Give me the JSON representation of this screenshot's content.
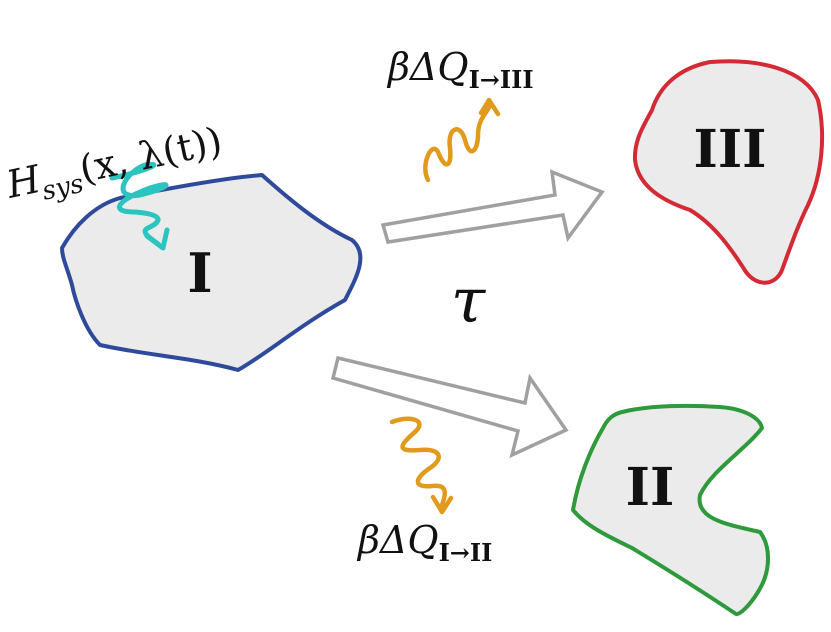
{
  "regions": {
    "one": {
      "label": "I",
      "stroke": "#2f4a9a",
      "fill": "#ebebeb"
    },
    "two": {
      "label": "II",
      "stroke": "#2e9a3c",
      "fill": "#ebebeb"
    },
    "three": {
      "label": "III",
      "stroke": "#d42a35",
      "fill": "#ebebeb"
    }
  },
  "hamiltonian": {
    "H": "H",
    "sub": "sys",
    "args": "(x, λ(t))",
    "color": "#2bc4c0"
  },
  "tau": "τ",
  "heat_top": {
    "prefix": "βΔQ",
    "sub": "I→III",
    "color": "#e09a1c"
  },
  "heat_bottom": {
    "prefix": "βΔQ",
    "sub": "I→II",
    "color": "#e09a1c"
  },
  "arrow_color": "#a0a0a0"
}
